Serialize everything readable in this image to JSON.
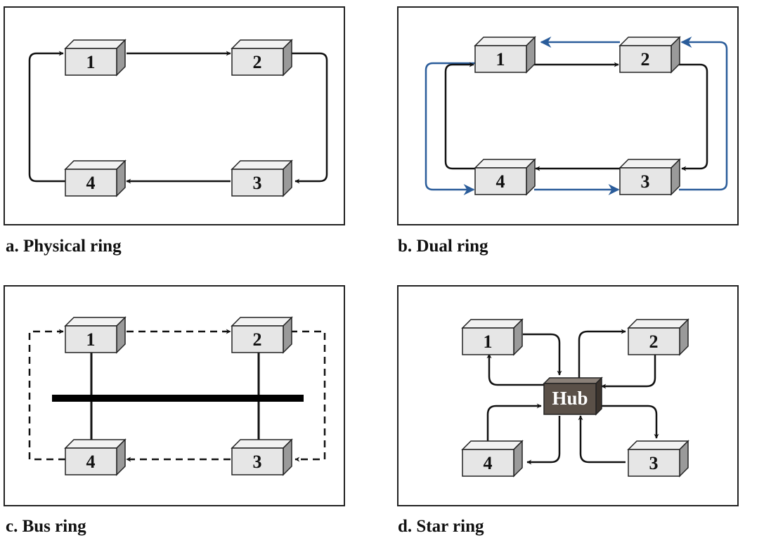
{
  "panels": [
    {
      "id": "a",
      "caption": "a. Physical ring"
    },
    {
      "id": "b",
      "caption": "b. Dual ring"
    },
    {
      "id": "c",
      "caption": "c. Bus ring"
    },
    {
      "id": "d",
      "caption": "d. Star ring"
    }
  ],
  "node_labels": [
    "1",
    "2",
    "3",
    "4"
  ],
  "hub_label": "Hub",
  "colors": {
    "box_front": "#e6e6e6",
    "box_top": "#f2f2f2",
    "box_side": "#9a9a9a",
    "hub_fill": "#5a5048",
    "line": "#111111",
    "secondary_ring": "#2a5c9a",
    "bus": "#000000"
  },
  "icons": {
    "node": "cube-icon",
    "hub": "hub-box-icon",
    "arrow": "arrowhead-icon"
  }
}
